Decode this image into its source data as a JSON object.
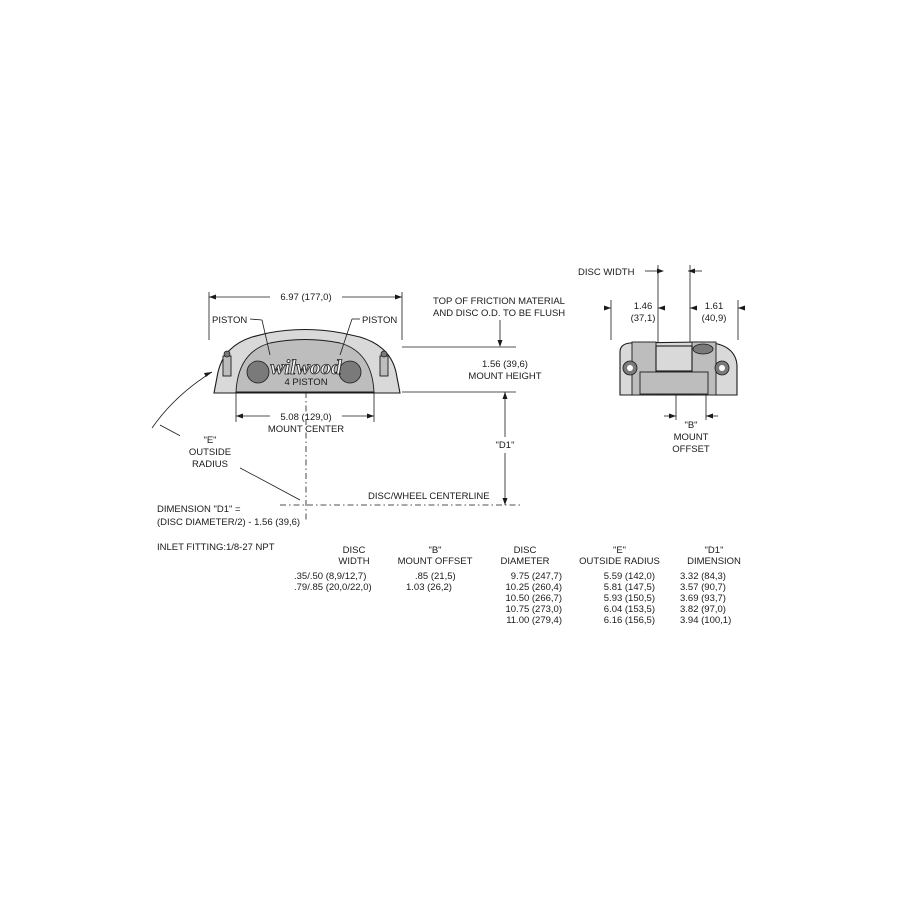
{
  "side_view": {
    "overall_width": "6.97 (177,0)",
    "piston_left": "PISTON",
    "piston_right": "PISTON",
    "brand": "wilwood",
    "model_label": "4 PISTON",
    "mount_center_value": "5.08 (129,0)",
    "mount_center_label": "MOUNT CENTER",
    "friction_note_line1": "TOP OF FRICTION MATERIAL",
    "friction_note_line2": "AND DISC O.D. TO BE FLUSH",
    "mount_height_value": "1.56 (39,6)",
    "mount_height_label": "MOUNT HEIGHT",
    "d1_label": "\"D1\"",
    "e_label_line1": "\"E\"",
    "e_label_line2": "OUTSIDE",
    "e_label_line3": "RADIUS",
    "centerline_label": "DISC/WHEEL CENTERLINE"
  },
  "end_view": {
    "disc_width_label": "DISC WIDTH",
    "dim_left_value": "1.46",
    "dim_left_metric": "(37,1)",
    "dim_right_value": "1.61",
    "dim_right_metric": "(40,9)",
    "b_label_line1": "\"B\"",
    "b_label_line2": "MOUNT",
    "b_label_line3": "OFFSET"
  },
  "notes": {
    "dimension_line1": "DIMENSION \"D1\" =",
    "dimension_line2": "(DISC DIAMETER/2) - 1.56 (39,6)",
    "inlet_fitting": "INLET FITTING:1/8-27 NPT"
  },
  "table": {
    "headers": [
      {
        "line1": "DISC",
        "line2": "WIDTH"
      },
      {
        "line1": "\"B\"",
        "line2": "MOUNT OFFSET"
      },
      {
        "line1": "DISC",
        "line2": "DIAMETER"
      },
      {
        "line1": "\"E\"",
        "line2": "OUTSIDE RADIUS"
      },
      {
        "line1": "\"D1\"",
        "line2": "DIMENSION"
      }
    ],
    "disc_width": [
      ".35/.50  (8,9/12,7)",
      ".79/.85  (20,0/22,0)"
    ],
    "mount_offset": [
      ".85  (21,5)",
      "1.03  (26,2)"
    ],
    "disc_diameter": [
      "9.75  (247,7)",
      "10.25  (260,4)",
      "10.50  (266,7)",
      "10.75  (273,0)",
      "11.00  (279,4)"
    ],
    "outside_radius": [
      "5.59  (142,0)",
      "5.81  (147,5)",
      "5.93  (150,5)",
      "6.04  (153,5)",
      "6.16  (156,5)"
    ],
    "d1_dimension": [
      "3.32  (84,3)",
      "3.57  (90,7)",
      "3.69  (93,7)",
      "3.82  (97,0)",
      "3.94  (100,1)"
    ]
  }
}
